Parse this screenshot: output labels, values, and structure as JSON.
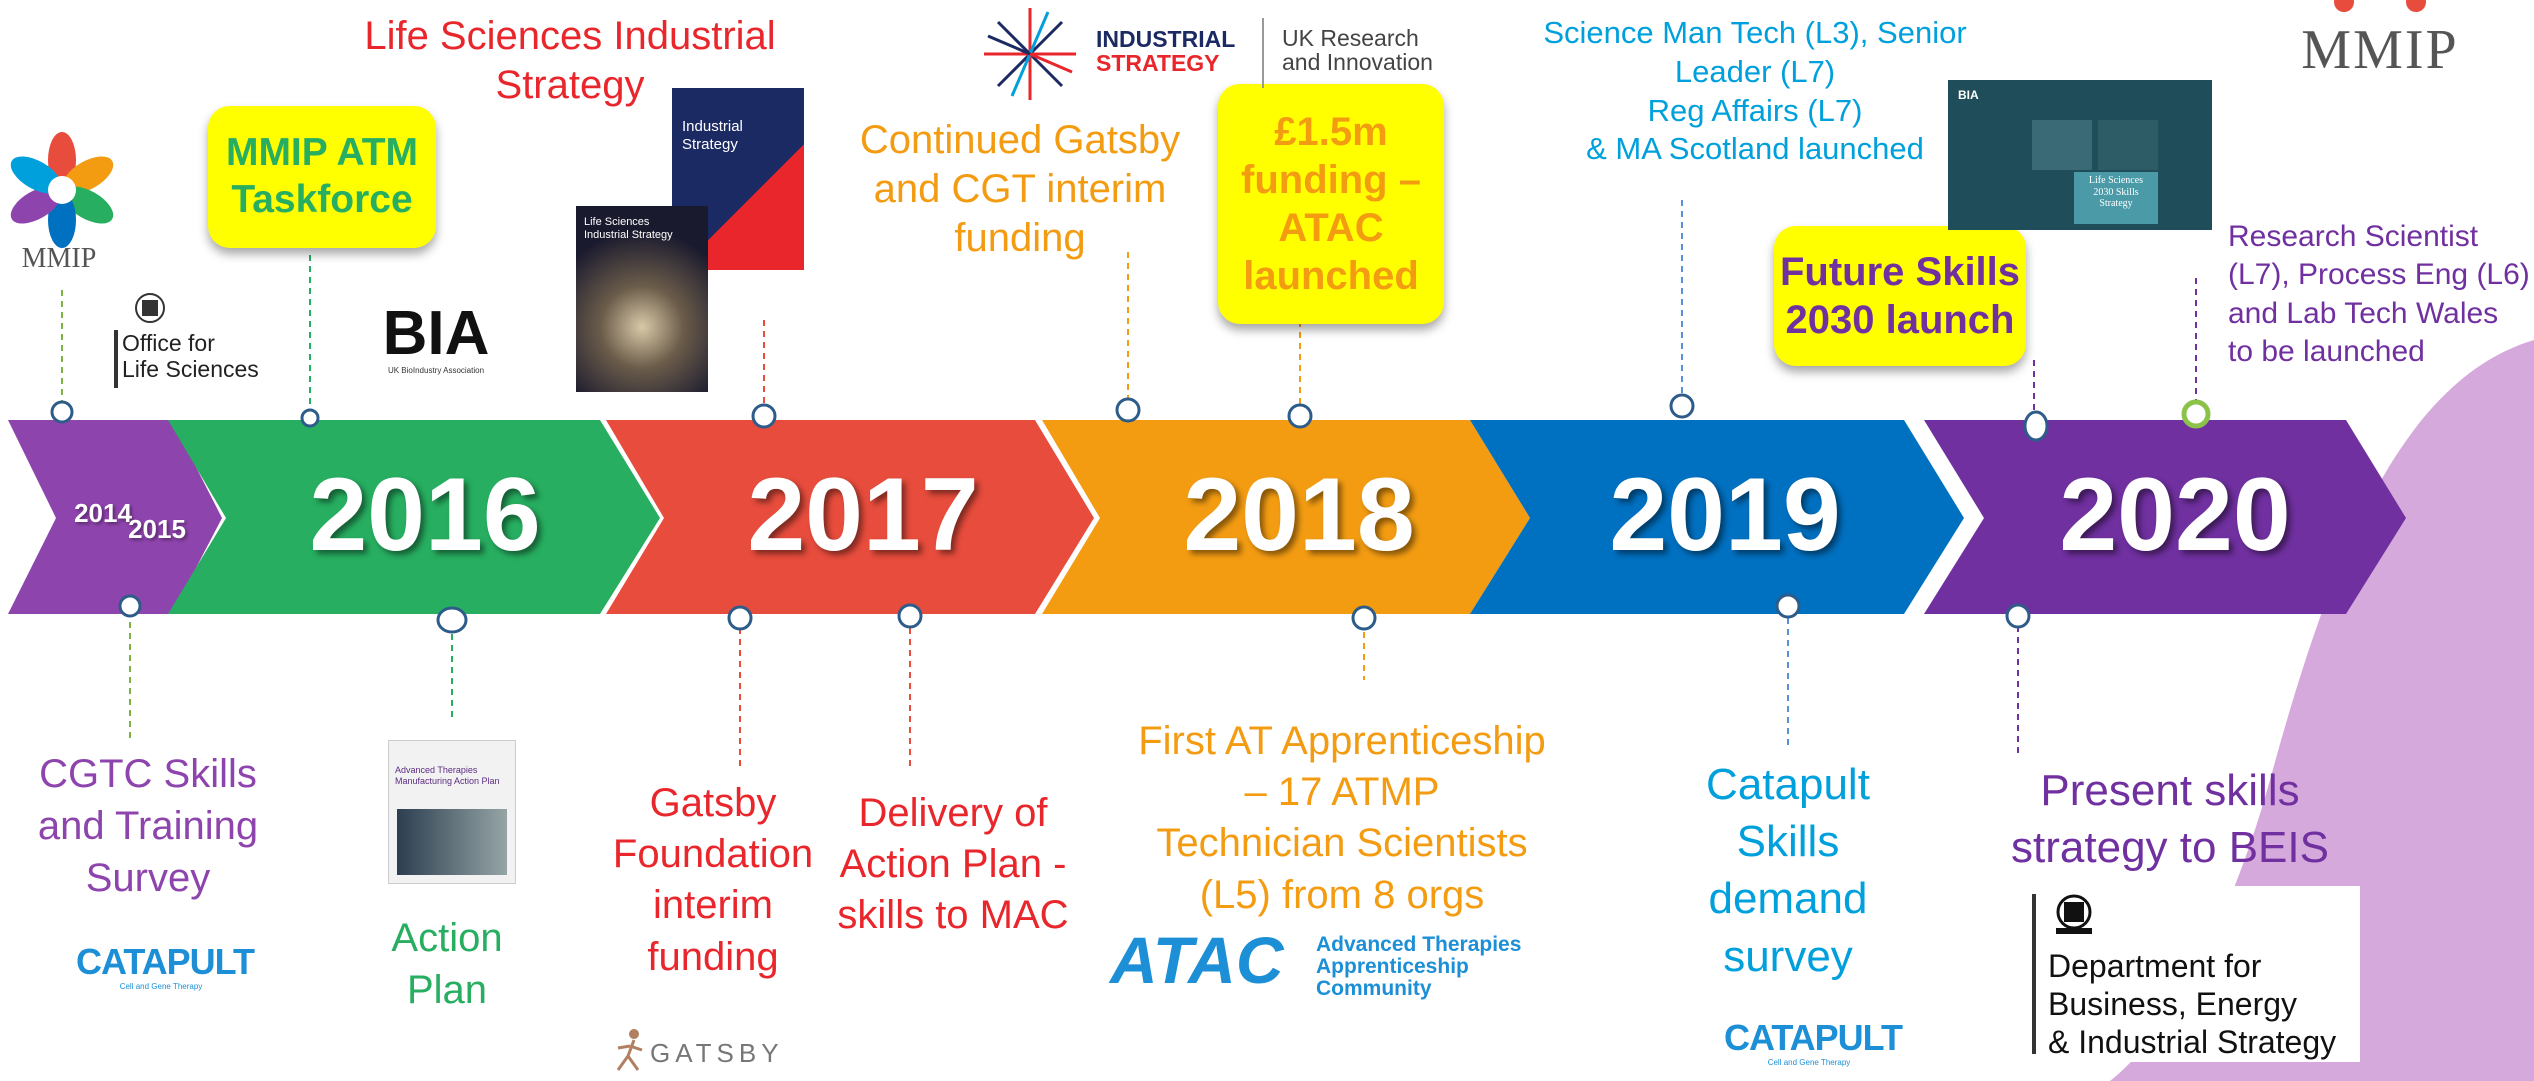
{
  "colors": {
    "purple": "#7030a0",
    "green": "#27ae60",
    "red": "#e74c3c",
    "orange": "#f39c12",
    "blue": "#0070c0",
    "lavender": "#d6a9dc",
    "cyan": "#00a0dc",
    "yellow": "#ffff00"
  },
  "timeline": {
    "years": [
      {
        "label": "2014",
        "color": "#8e44ad"
      },
      {
        "label": "2015",
        "color": "#8e44ad"
      },
      {
        "label": "2016",
        "color": "#27ae60"
      },
      {
        "label": "2017",
        "color": "#e74c3c"
      },
      {
        "label": "2018",
        "color": "#f39c12"
      },
      {
        "label": "2019",
        "color": "#0070c0"
      },
      {
        "label": "2020",
        "color": "#7030a0"
      }
    ]
  },
  "events_above": {
    "mmip_atm_taskforce": "MMIP ATM\nTaskforce",
    "life_sciences_strategy": "Life Sciences Industrial\nStrategy",
    "continued_gatsby": "Continued Gatsby\nand CGT interim\nfunding",
    "atac_funding": "£1.5m\nfunding –\nATAC\nlaunched",
    "science_man_tech": "Science Man Tech (L3), Senior\nLeader (L7)\nReg Affairs (L7)\n& MA Scotland  launched",
    "future_skills": "Future Skills\n2030 launch",
    "research_scientist": "Research Scientist\n(L7), Process Eng (L6)\nand Lab Tech Wales\nto be launched"
  },
  "events_below": {
    "cgtc_survey": "CGTC Skills\nand Training\nSurvey",
    "action_plan": "Action\nPlan",
    "gatsby_foundation": "Gatsby\nFoundation\ninterim\nfunding",
    "delivery_action_plan": "Delivery of\nAction Plan -\nskills to MAC",
    "first_apprenticeship": "First AT Apprenticeship\n– 17 ATMP\nTechnician Scientists\n(L5) from 8 orgs",
    "catapult_survey": "Catapult\nSkills\ndemand\nsurvey",
    "present_strategy": "Present  skills\nstrategy to BEIS"
  },
  "logos": {
    "mmip_small": "MMIP",
    "mmip_top": "MMIP",
    "olfs": "Office for\nLife Sciences",
    "bia": "BIA",
    "bia_sub": "UK BioIndustry Association",
    "industrial_strategy_a": "INDUSTRIAL",
    "industrial_strategy_b": "STRATEGY",
    "ukri": "UK Research\nand Innovation",
    "cover_industrial": "Industrial\nStrategy",
    "cover_lifesci": "Life Sciences\nIndustrial Strategy",
    "fs_cover_title": "Life Sciences\n2030 Skills\nStrategy",
    "fs_cover_bia": "BIA",
    "catapult_a": "CATAPULT",
    "catapult_sub": "Cell and Gene Therapy",
    "catapult_b": "CATAPULT",
    "action_plan_cover": "Advanced Therapies\nManufacturing Action Plan",
    "gatsby": "GATSBY",
    "atac": "ATAC",
    "atac_sub": "Advanced Therapies\nApprenticeship Community",
    "beis": "Department for\nBusiness, Energy\n& Industrial Strategy"
  }
}
